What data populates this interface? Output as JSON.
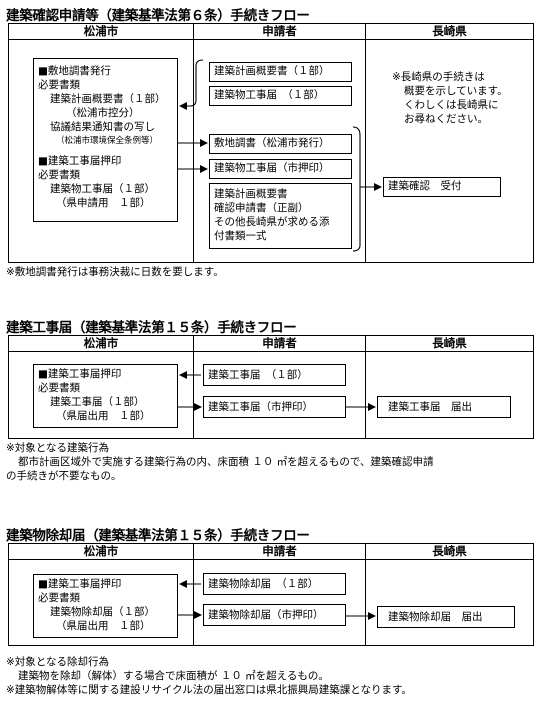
{
  "section1": {
    "title": "建築確認申請等（建築基準法第６条）手続きフロー",
    "columns": [
      "松浦市",
      "申請者",
      "長崎県"
    ],
    "city_box": [
      "■敷地調書発行",
      "必要書類",
      "建築計画概要書（１部）",
      "（松浦市控分）",
      "協議結果通知書の写し",
      "（松浦市環境保全条例等）",
      "■建築工事届押印",
      "必要書類",
      "建築物工事届（１部）",
      "（県申請用　１部）"
    ],
    "applicant_top": [
      "建築計画概要書（１部）",
      "建築物工事届　（１部）"
    ],
    "applicant_bottom_1": "敷地調書（松浦市発行）",
    "applicant_bottom_2": "建築物工事届（市押印）",
    "applicant_bottom_3": [
      "建築計画概要書",
      "確認申請書（正副）",
      "その他長崎県が求める添",
      "付書類一式"
    ],
    "pref_note": [
      "※長崎県の手続きは",
      "概要を示しています。",
      "くわしくは長崎県に",
      "お尋ねください。"
    ],
    "pref_box": "建築確認　受付",
    "footnote": "※敷地調書発行は事務決裁に日数を要します。"
  },
  "section2": {
    "title": "建築工事届（建築基準法第１５条）手続きフロー",
    "columns": [
      "松浦市",
      "申請者",
      "長崎県"
    ],
    "city_box": [
      "■建築工事届押印",
      "必要書類",
      "建築工事届（１部）",
      "（県届出用　１部）"
    ],
    "applicant_1": "建築工事届　（１部）",
    "applicant_2": "建築工事届（市押印）",
    "pref_box": "建築工事届　届出",
    "notes": [
      "※対象となる建築行為",
      "都市計画区域外で実施する建築行為の内、床面積 １０ ㎡を超えるもので、建築確認申請",
      "の手続きが不要なもの。"
    ]
  },
  "section3": {
    "title": "建築物除却届（建築基準法第１５条）手続きフロー",
    "columns": [
      "松浦市",
      "申請者",
      "長崎県"
    ],
    "city_box": [
      "■建築工事届押印",
      "必要書類",
      "建築物除却届（１部）",
      "（県届出用　１部）"
    ],
    "applicant_1": "建築物除却届　（１部）",
    "applicant_2": "建築物除却届（市押印）",
    "pref_box": "建築物除却届　届出",
    "notes": [
      "※対象となる除却行為",
      "建築物を除却（解体）する場合で床面積が １０ ㎡を超えるもの。",
      "※建築物解体等に関する建設リサイクル法の届出窓口は県北振興局建築課となります。"
    ]
  }
}
